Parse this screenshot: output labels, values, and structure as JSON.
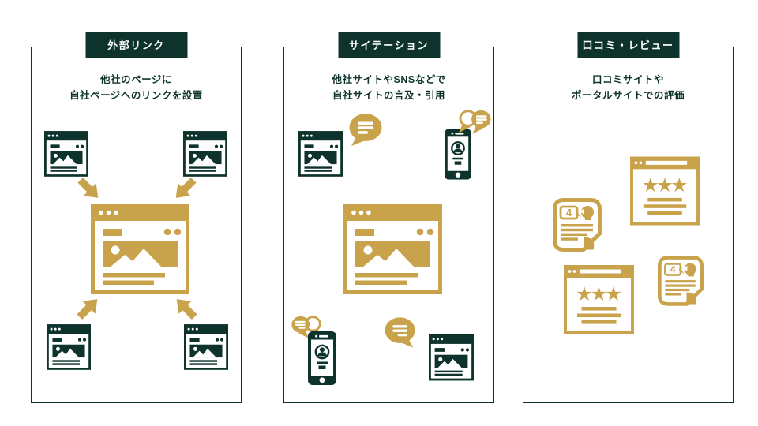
{
  "colors": {
    "dark_green": "#0e332c",
    "gold": "#c9a24c",
    "background": "#ffffff"
  },
  "panels": [
    {
      "id": "external-links",
      "title": "外部リンク",
      "description": [
        "他社のページに",
        "自社ページへのリンクを設置"
      ]
    },
    {
      "id": "citation",
      "title": "サイテーション",
      "description": [
        "他社サイトやSNSなどで",
        "自社サイトの言及・引用"
      ]
    },
    {
      "id": "review",
      "title": "口コミ・レビュー",
      "description": [
        "口コミサイトや",
        "ポータルサイトでの評価"
      ]
    }
  ],
  "icons": {
    "review_score_badge": "4",
    "stars_per_review_window": 3,
    "semantic_names": [
      "external-site-icon",
      "own-site-icon",
      "link-arrow-icon",
      "mention-bubble-icon",
      "sns-phone-icon",
      "sns-bubbles-icon",
      "review-site-icon",
      "review-document-icon"
    ]
  }
}
